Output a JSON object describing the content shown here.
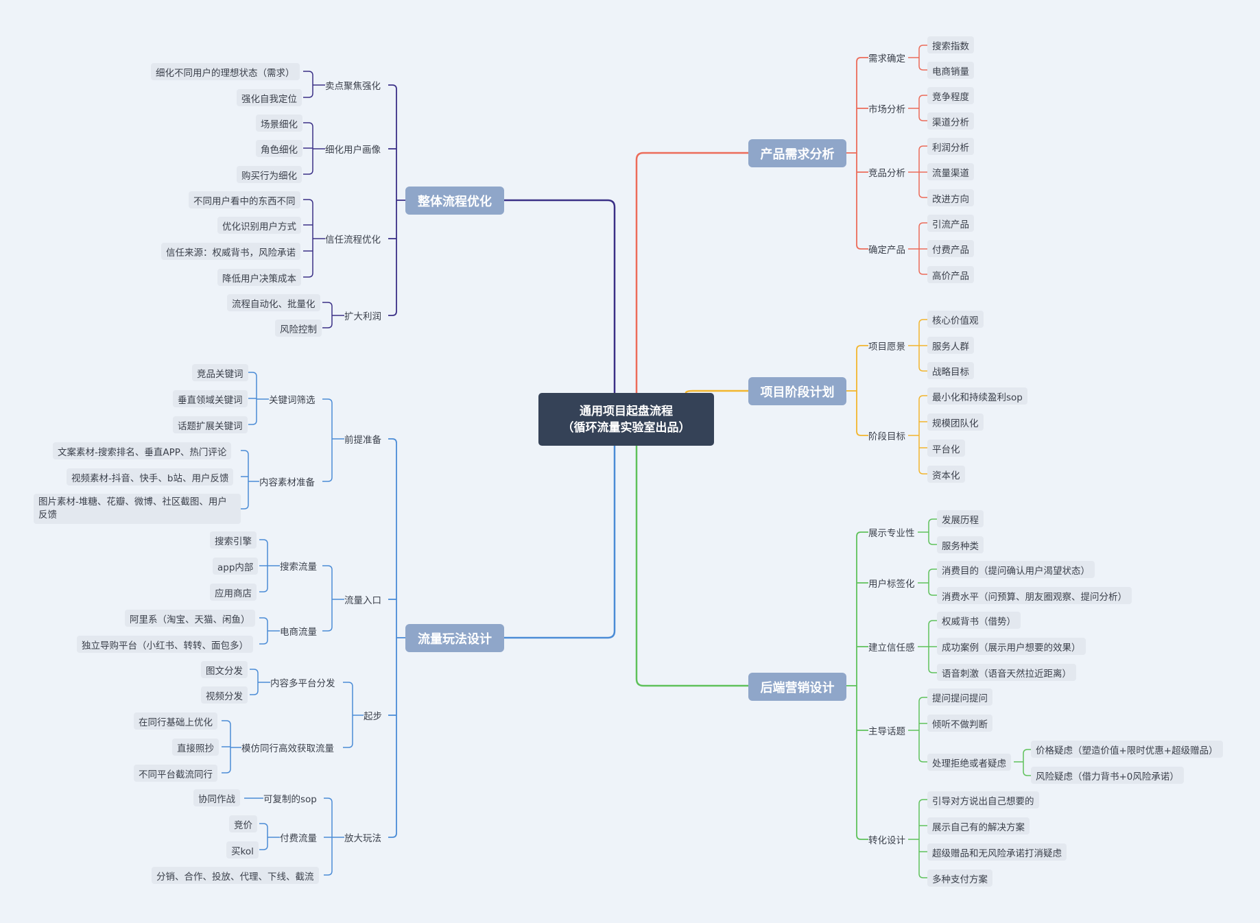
{
  "center": "通用项目起盘流程\n（循环流量实验室出品）",
  "colors": {
    "page_bg": "#eef3f9",
    "center_bg": "#354257",
    "main_bg": "#8fa6c9",
    "leaf_bg": "#e3e8ef",
    "branch_product": "#ec6b59",
    "branch_plan": "#f2b52c",
    "branch_marketing": "#5ec15a",
    "branch_optimize": "#3a2f86",
    "branch_traffic": "#4a8bd6"
  },
  "branches": {
    "product": {
      "label": "产品需求分析",
      "children": [
        {
          "label": "需求确定",
          "children": [
            "搜索指数",
            "电商销量"
          ]
        },
        {
          "label": "市场分析",
          "children": [
            "竞争程度",
            "渠道分析"
          ]
        },
        {
          "label": "竞品分析",
          "children": [
            "利润分析",
            "流量渠道",
            "改进方向"
          ]
        },
        {
          "label": "确定产品",
          "children": [
            "引流产品",
            "付费产品",
            "高价产品"
          ]
        }
      ]
    },
    "plan": {
      "label": "项目阶段计划",
      "children": [
        {
          "label": "项目愿景",
          "children": [
            "核心价值观",
            "服务人群",
            "战略目标"
          ]
        },
        {
          "label": "阶段目标",
          "children": [
            "最小化和持续盈利sop",
            "规模团队化",
            "平台化",
            "资本化"
          ]
        }
      ]
    },
    "marketing": {
      "label": "后端营销设计",
      "children": [
        {
          "label": "展示专业性",
          "children": [
            "发展历程",
            "服务种类"
          ]
        },
        {
          "label": "用户标签化",
          "children": [
            "消费目的（提问确认用户渴望状态）",
            "消费水平（问预算、朋友圈观察、提问分析）"
          ]
        },
        {
          "label": "建立信任感",
          "children": [
            "权威背书（借势）",
            "成功案例（展示用户想要的效果）",
            "语音刺激（语音天然拉近距离）"
          ]
        },
        {
          "label": "主导话题",
          "children": [
            "提问提问提问",
            "倾听不做判断",
            "处理拒绝或者疑虑"
          ],
          "grandchildren": [
            "价格疑虑（塑造价值+限时优惠+超级赠品）",
            "风险疑虑（借力背书+0风险承诺）"
          ]
        },
        {
          "label": "转化设计",
          "children": [
            "引导对方说出自己想要的",
            "展示自己有的解决方案",
            "超级赠品和无风险承诺打消疑虑",
            "多种支付方案"
          ]
        }
      ]
    },
    "optimize": {
      "label": "整体流程优化",
      "children": [
        {
          "label": "卖点聚焦强化",
          "children": [
            "细化不同用户的理想状态（需求）",
            "强化自我定位"
          ]
        },
        {
          "label": "细化用户画像",
          "children": [
            "场景细化",
            "角色细化",
            "购买行为细化"
          ]
        },
        {
          "label": "信任流程优化",
          "children": [
            "不同用户看中的东西不同",
            "优化识别用户方式",
            "信任来源：权威背书，风险承诺",
            "降低用户决策成本"
          ]
        },
        {
          "label": "扩大利润",
          "children": [
            "流程自动化、批量化",
            "风险控制"
          ]
        }
      ]
    },
    "traffic": {
      "label": "流量玩法设计",
      "children": [
        {
          "label": "前提准备",
          "children": [
            {
              "label": "关键词筛选",
              "children": [
                "竞品关键词",
                "垂直领域关键词",
                "话题扩展关键词"
              ]
            },
            {
              "label": "内容素材准备",
              "children": [
                "文案素材-搜索排名、垂直APP、热门评论",
                "视频素材-抖音、快手、b站、用户反馈",
                "图片素材-堆糖、花瓣、微博、社区截图、用户反馈"
              ]
            }
          ]
        },
        {
          "label": "流量入口",
          "children": [
            {
              "label": "搜索流量",
              "children": [
                "搜索引擎",
                "app内部",
                "应用商店"
              ]
            },
            {
              "label": "电商流量",
              "children": [
                "阿里系（淘宝、天猫、闲鱼）",
                "独立导购平台（小红书、转转、面包多）"
              ]
            }
          ]
        },
        {
          "label": "起步",
          "children": [
            {
              "label": "内容多平台分发",
              "children": [
                "图文分发",
                "视频分发"
              ]
            },
            {
              "label": "模仿同行高效获取流量",
              "children": [
                "在同行基础上优化",
                "直接照抄",
                "不同平台截流同行"
              ]
            }
          ]
        },
        {
          "label": "放大玩法",
          "children": [
            {
              "label": "可复制的sop",
              "children": [
                "协同作战"
              ]
            },
            {
              "label": "付费流量",
              "children": [
                "竞价",
                "买kol"
              ]
            },
            {
              "label": "分销、合作、投放、代理、下线、截流",
              "children": []
            }
          ]
        }
      ]
    }
  }
}
